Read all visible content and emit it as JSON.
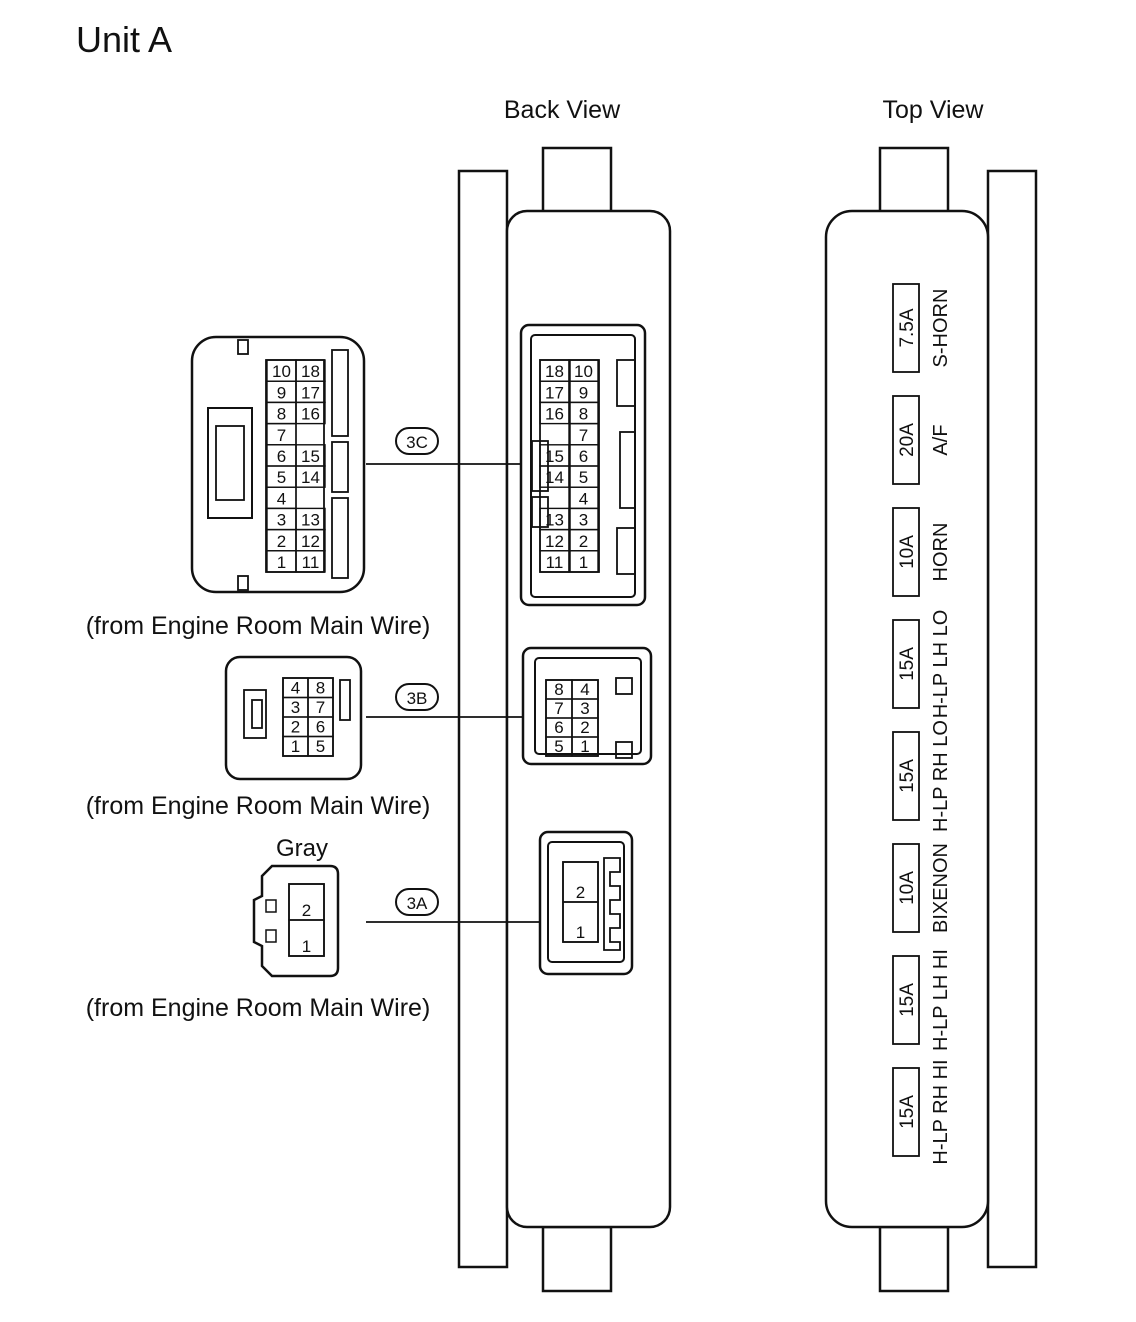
{
  "title": "Unit A",
  "views": {
    "back": "Back View",
    "top": "Top View"
  },
  "connectors": [
    {
      "id": "3C",
      "source": "(from Engine Room Main Wire)",
      "color": "",
      "pins_left_view": [
        [
          "10",
          "18"
        ],
        [
          "9",
          "17"
        ],
        [
          "8",
          "16"
        ],
        [
          "7",
          ""
        ],
        [
          "6",
          "15"
        ],
        [
          "5",
          "14"
        ],
        [
          "4",
          ""
        ],
        [
          "3",
          "13"
        ],
        [
          "2",
          "12"
        ],
        [
          "1",
          "11"
        ]
      ],
      "pins_back_view": [
        [
          "18",
          "10"
        ],
        [
          "17",
          "9"
        ],
        [
          "16",
          "8"
        ],
        [
          "",
          "7"
        ],
        [
          "15",
          "6"
        ],
        [
          "14",
          "5"
        ],
        [
          "",
          "4"
        ],
        [
          "13",
          "3"
        ],
        [
          "12",
          "2"
        ],
        [
          "11",
          "1"
        ]
      ]
    },
    {
      "id": "3B",
      "source": "(from Engine Room Main Wire)",
      "color": "",
      "pins_left_view": [
        [
          "4",
          "8"
        ],
        [
          "3",
          "7"
        ],
        [
          "2",
          "6"
        ],
        [
          "1",
          "5"
        ]
      ],
      "pins_back_view": [
        [
          "8",
          "4"
        ],
        [
          "7",
          "3"
        ],
        [
          "6",
          "2"
        ],
        [
          "5",
          "1"
        ]
      ]
    },
    {
      "id": "3A",
      "source": "(from Engine Room Main Wire)",
      "color": "Gray",
      "pins_left_view": [
        [
          "2"
        ],
        [
          "1"
        ]
      ],
      "pins_back_view": [
        [
          "2"
        ],
        [
          "1"
        ]
      ]
    }
  ],
  "fuses": [
    {
      "amp": "7.5A",
      "name": "S-HORN"
    },
    {
      "amp": "20A",
      "name": "A/F"
    },
    {
      "amp": "10A",
      "name": "HORN"
    },
    {
      "amp": "15A",
      "name": "H-LP LH LO"
    },
    {
      "amp": "15A",
      "name": "H-LP RH LO"
    },
    {
      "amp": "10A",
      "name": "BIXENON"
    },
    {
      "amp": "15A",
      "name": "H-LP LH HI"
    },
    {
      "amp": "15A",
      "name": "H-LP RH HI"
    }
  ]
}
